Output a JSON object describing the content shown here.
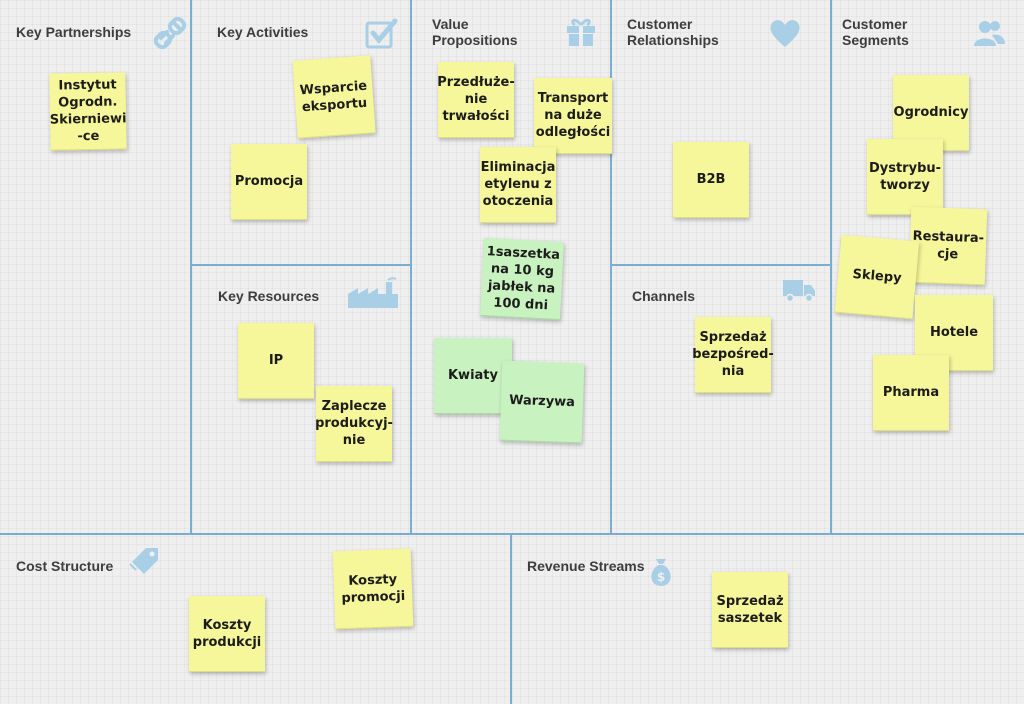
{
  "canvas": {
    "blocks": {
      "key_partnerships": {
        "title": "Key Partnerships",
        "icon": "link-icon"
      },
      "key_activities": {
        "title": "Key Activities",
        "icon": "checkbox-icon"
      },
      "key_resources": {
        "title": "Key Resources",
        "icon": "factory-icon"
      },
      "value_propositions": {
        "title": "Value\nPropositions",
        "icon": "gift-icon"
      },
      "customer_relationships": {
        "title": "Customer\nRelationships",
        "icon": "heart-icon"
      },
      "channels": {
        "title": "Channels",
        "icon": "truck-icon"
      },
      "customer_segments": {
        "title": "Customer\nSegments",
        "icon": "people-icon"
      },
      "cost_structure": {
        "title": "Cost Structure",
        "icon": "price-tag-icon"
      },
      "revenue_streams": {
        "title": "Revenue Streams",
        "icon": "money-bag-icon"
      }
    },
    "notes": [
      {
        "block": "key_partnerships",
        "text": "Instytut\nOgrodn.\nSkierniewi\n-ce",
        "color": "#f6f69a"
      },
      {
        "block": "key_activities",
        "text": "Wsparcie\neksportu",
        "color": "#f6f69a"
      },
      {
        "block": "key_activities",
        "text": "Promocja",
        "color": "#f6f69a"
      },
      {
        "block": "key_resources",
        "text": "IP",
        "color": "#f6f69a"
      },
      {
        "block": "key_resources",
        "text": "Zaplecze\nprodukcyj-\nnie",
        "color": "#f6f69a"
      },
      {
        "block": "value_propositions",
        "text": "Przedłuże-\nnie\ntrwałości",
        "color": "#f6f69a"
      },
      {
        "block": "value_propositions",
        "text": "Transport\nna duże\nodległości",
        "color": "#f6f69a"
      },
      {
        "block": "value_propositions",
        "text": "Eliminacja\netylenu z\notoczenia",
        "color": "#f6f69a"
      },
      {
        "block": "value_propositions",
        "text": "1saszetka\nna 10 kg\njabłek na\n100 dni",
        "color": "#c8f2c0"
      },
      {
        "block": "value_propositions",
        "text": "Kwiaty",
        "color": "#c8f2c0"
      },
      {
        "block": "value_propositions",
        "text": "Warzywa",
        "color": "#c8f2c0"
      },
      {
        "block": "customer_relationships",
        "text": "B2B",
        "color": "#f6f69a"
      },
      {
        "block": "channels",
        "text": "Sprzedaż\nbezpośred-\nnia",
        "color": "#f6f69a"
      },
      {
        "block": "customer_segments",
        "text": "Ogrodnicy",
        "color": "#f6f69a"
      },
      {
        "block": "customer_segments",
        "text": "Dystrybu-\ntworzy",
        "color": "#f6f69a"
      },
      {
        "block": "customer_segments",
        "text": "Restaura-\ncje",
        "color": "#f6f69a"
      },
      {
        "block": "customer_segments",
        "text": "Sklepy",
        "color": "#f6f69a"
      },
      {
        "block": "customer_segments",
        "text": "Hotele",
        "color": "#f6f69a"
      },
      {
        "block": "customer_segments",
        "text": "Pharma",
        "color": "#f6f69a"
      },
      {
        "block": "cost_structure",
        "text": "Koszty\npromocji",
        "color": "#f6f69a"
      },
      {
        "block": "cost_structure",
        "text": "Koszty\nprodukcji",
        "color": "#f6f69a"
      },
      {
        "block": "revenue_streams",
        "text": "Sprzedaż\nsaszetek",
        "color": "#f6f69a"
      }
    ],
    "colors": {
      "grid_line": "#7aaed0",
      "icon": "#a9cfe6",
      "yellow_note": "#f6f69a",
      "green_note": "#c8f2c0"
    }
  }
}
